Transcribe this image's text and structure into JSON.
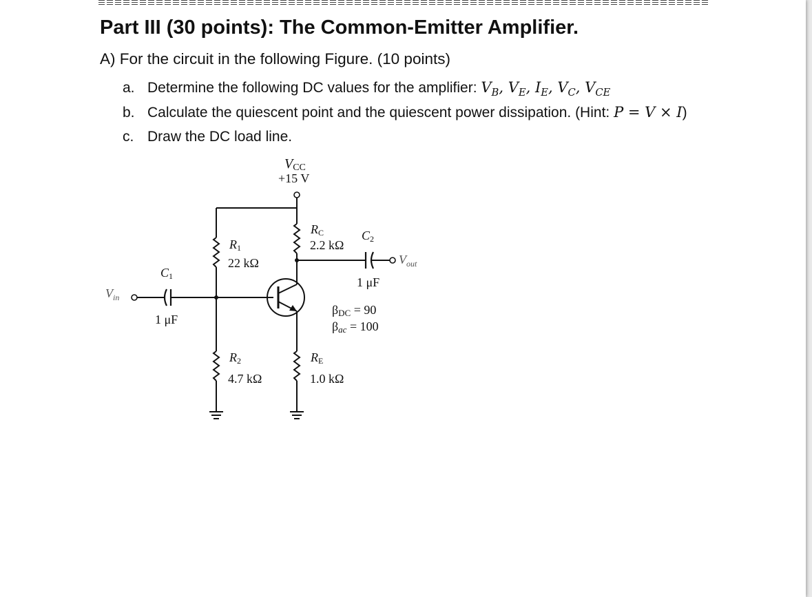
{
  "header": {
    "title": "Part III (30 points): The Common-Emitter Amplifier."
  },
  "part_a": {
    "heading": "A) For the circuit in the following Figure. (10 points)",
    "items": [
      {
        "marker": "a.",
        "text": "Determine the following DC values for the amplifier: ",
        "math": "V_B, V_E, I_E, V_C, V_CE"
      },
      {
        "marker": "b.",
        "text": "Calculate the quiescent point and the quiescent power dissipation. (Hint: ",
        "math": "P = V × I",
        "suffix": ")"
      },
      {
        "marker": "c.",
        "text": "Draw the DC load line."
      }
    ]
  },
  "circuit": {
    "vcc_label": "V",
    "vcc_sub": "CC",
    "vcc_value": "+15 V",
    "r1_label": "R",
    "r1_sub": "1",
    "r1_value": "22 kΩ",
    "r2_label": "R",
    "r2_sub": "2",
    "r2_value": "4.7 kΩ",
    "rc_label": "R",
    "rc_sub": "C",
    "rc_value": "2.2 kΩ",
    "re_label": "R",
    "re_sub": "E",
    "re_value": "1.0 kΩ",
    "c1_label": "C",
    "c1_sub": "1",
    "c1_value": "1 μF",
    "c2_label": "C",
    "c2_sub": "2",
    "c2_value": "1 μF",
    "vin_label": "V",
    "vin_sub": "in",
    "vout_label": "V",
    "vout_sub": "out",
    "beta_dc": "β",
    "beta_dc_sub": "DC",
    "beta_dc_value": " = 90",
    "beta_ac": "β",
    "beta_ac_sub": "ac",
    "beta_ac_value": " = 100"
  }
}
